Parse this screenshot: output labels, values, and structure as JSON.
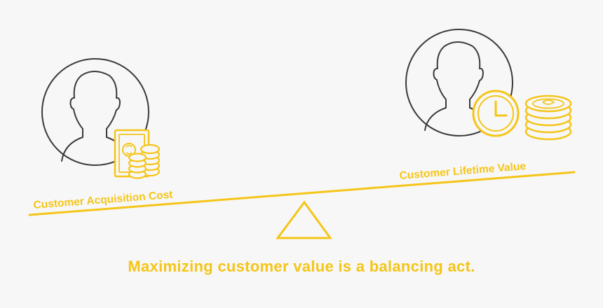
{
  "diagram": {
    "left_label": "Customer Acquisition Cost",
    "right_label": "Customer Lifetime Value",
    "caption": "Maximizing customer value is a balancing act."
  },
  "colors": {
    "accent": "#f5c518",
    "outline": "#3a3a3a",
    "background": "#f7f7f7"
  },
  "icons": {
    "left_person": "person-silhouette-icon",
    "left_money": "cash-and-coins-icon",
    "right_person": "person-silhouette-icon",
    "right_clock": "clock-icon",
    "right_coins": "coin-stack-icon",
    "fulcrum": "triangle-fulcrum-icon"
  }
}
